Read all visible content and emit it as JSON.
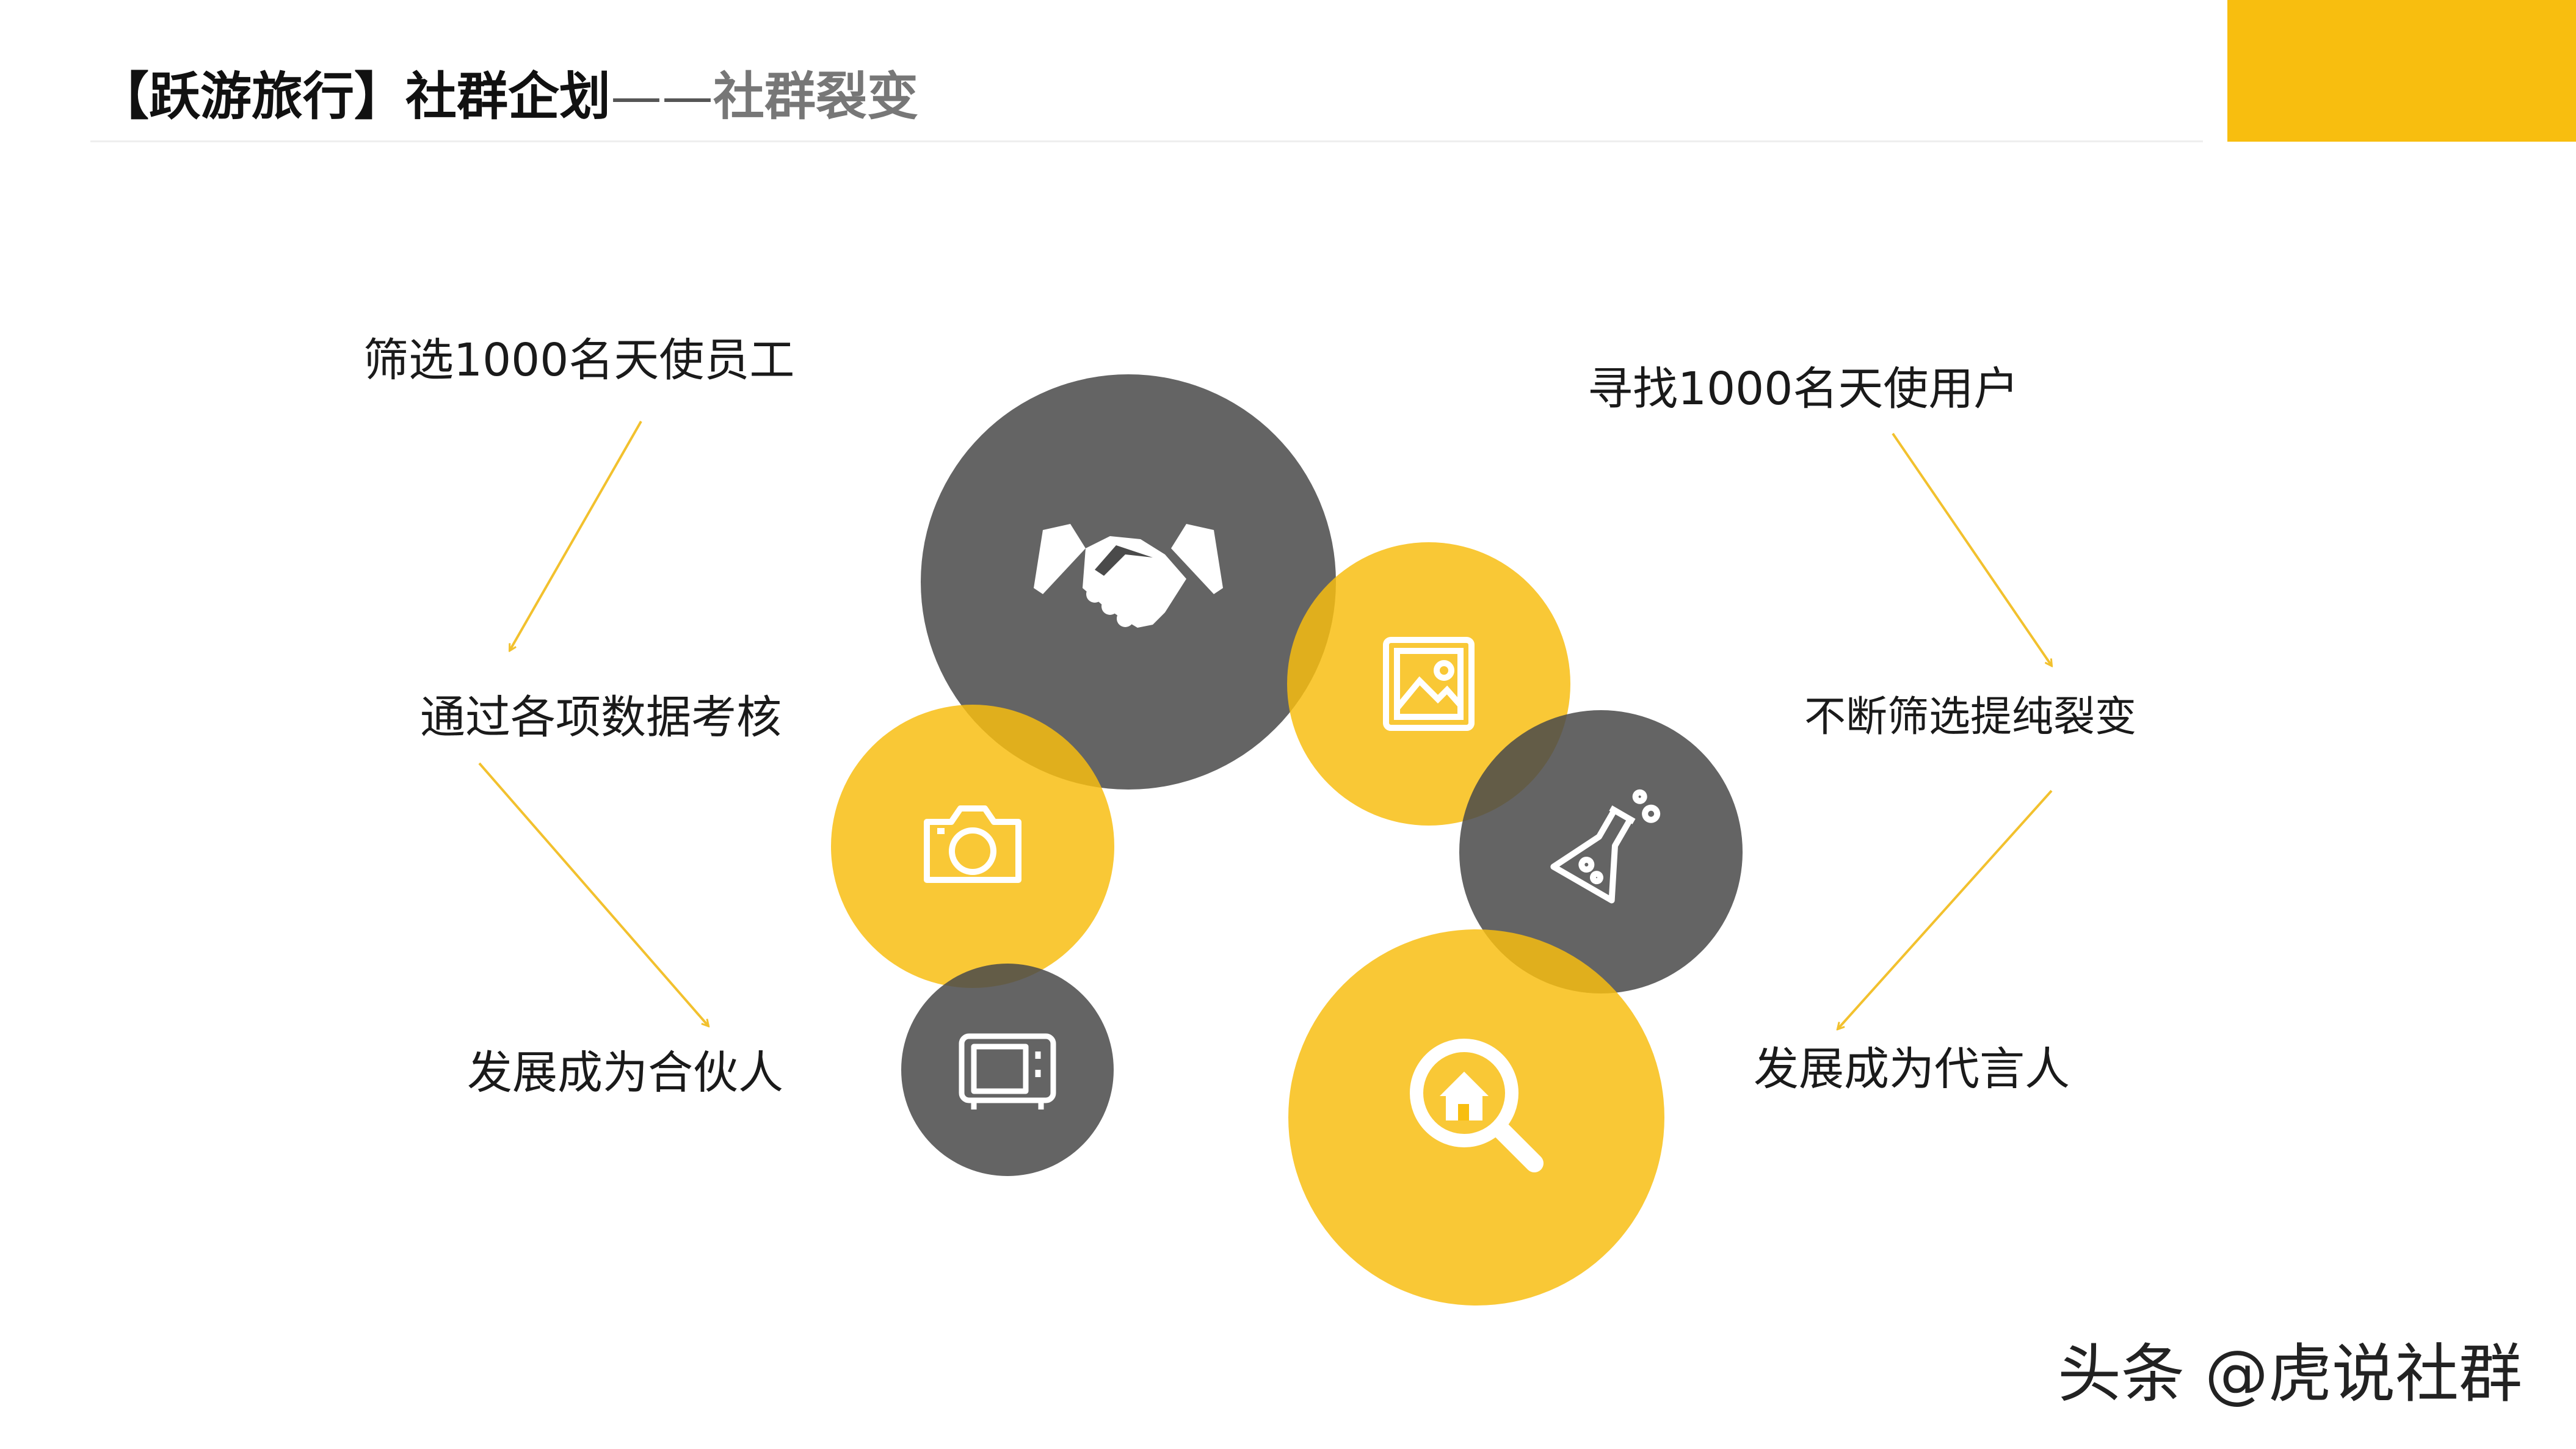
{
  "header": {
    "title_main": "【跃游旅行】社群企划",
    "title_sep": "——",
    "title_sub": "社群裂变"
  },
  "left_steps": [
    "筛选1000名天使员工",
    "通过各项数据考核",
    "发展成为合伙人"
  ],
  "right_steps": [
    "寻找1000名天使用户",
    "不断筛选提纯裂变",
    "发展成为代言人"
  ],
  "circles": [
    {
      "name": "handshake-circle",
      "color": "dark",
      "icon": "handshake-icon"
    },
    {
      "name": "image-circle",
      "color": "yellow",
      "icon": "image-icon"
    },
    {
      "name": "camera-circle",
      "color": "yellow",
      "icon": "camera-icon"
    },
    {
      "name": "flask-circle",
      "color": "dark",
      "icon": "flask-icon"
    },
    {
      "name": "tv-circle",
      "color": "dark",
      "icon": "tv-icon"
    },
    {
      "name": "home-search-circle",
      "color": "yellow",
      "icon": "home-search-icon"
    }
  ],
  "colors": {
    "yellow": "#F8BE0F",
    "dark": "#4A4A4A",
    "arrow": "#F2C12E"
  },
  "watermark": "头条 @虎说社群"
}
